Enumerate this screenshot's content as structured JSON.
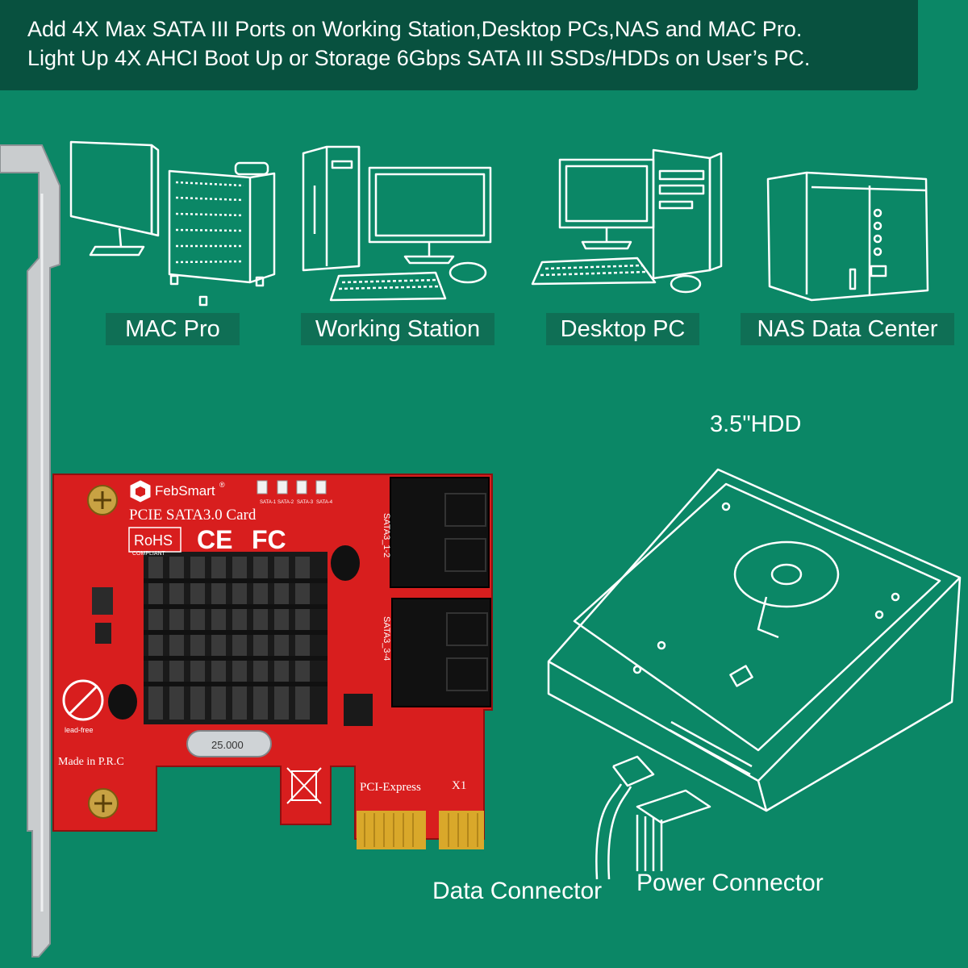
{
  "banner": {
    "line1": "Add 4X Max SATA III Ports on Working Station,Desktop PCs,NAS and MAC Pro.",
    "line2": "Light Up 4X AHCI Boot Up or Storage 6Gbps SATA III SSDs/HDDs on User’s PC."
  },
  "devices": [
    {
      "label": "MAC Pro",
      "icon": "mac-pro-icon"
    },
    {
      "label": "Working Station",
      "icon": "workstation-icon"
    },
    {
      "label": "Desktop PC",
      "icon": "desktop-pc-icon"
    },
    {
      "label": "NAS Data Center",
      "icon": "nas-icon"
    }
  ],
  "hdd": {
    "title": "3.5\"HDD",
    "data_connector": "Data Connector",
    "power_connector": "Power Connector"
  },
  "card": {
    "brand": "FebSmart",
    "registered": "®",
    "model": "PCIE SATA3.0 Card",
    "rohs": "RoHS",
    "compliant": "COMPLIANT",
    "ce": "CE",
    "fcc": "FC",
    "lead_free": "lead-free",
    "made_in": "Made in P.R.C",
    "crystal": "25.000",
    "bus": "PCI-Express",
    "lanes": "X1",
    "port_label_a": "SATA3_1-2",
    "port_label_b": "SATA3_3-4",
    "led_labels": [
      "SATA-1",
      "SATA-2",
      "SATA-3",
      "SATA-4"
    ]
  },
  "colors": {
    "background": "#0b8766",
    "banner": "#08513f",
    "label_box": "#0f6f55",
    "line_art": "#ffffff",
    "pcb": "#d81e1e",
    "heatsink": "#1a1a1a",
    "gold_fingers": "#d9a82a"
  }
}
